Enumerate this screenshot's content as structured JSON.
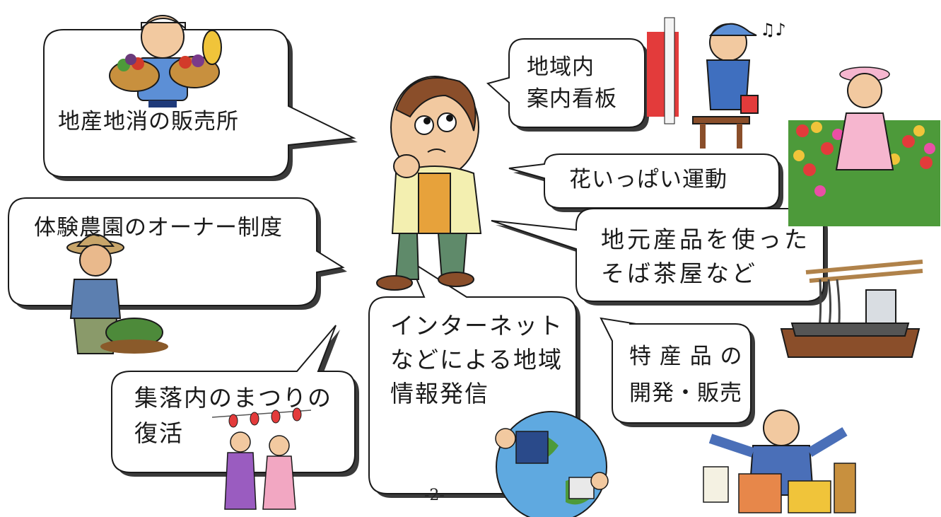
{
  "bubbles": {
    "local_market": "地産地消の販売所",
    "signboard": "地域内\n案内看板",
    "flowers": "花いっぱい運動",
    "farm_owner": "体験農園のオーナー制度",
    "soba": "地元産品を使った\nそば茶屋など",
    "internet": "インターネット\nなどによる地域\n情報発信",
    "specialty": "特 産 品 の\n開発・販売",
    "festival": "集落内のまつりの\n復活"
  },
  "page_number": "-2-",
  "illustrations": {
    "center": "thinking-man-icon",
    "top_left": "vegetable-vendor-icon",
    "top_right": "painter-icon",
    "right_top": "girl-in-flowers-icon",
    "left_mid": "farmer-icon",
    "right_mid": "soba-noodles-icon",
    "bottom_left": "festival-dancers-icon",
    "bottom_center": "internet-globe-icon",
    "bottom_right": "salesman-products-icon"
  },
  "colors": {
    "bubble_fill": "#ffffff",
    "bubble_shadow": "#3a3a3a",
    "outline": "#1a1a1a"
  }
}
